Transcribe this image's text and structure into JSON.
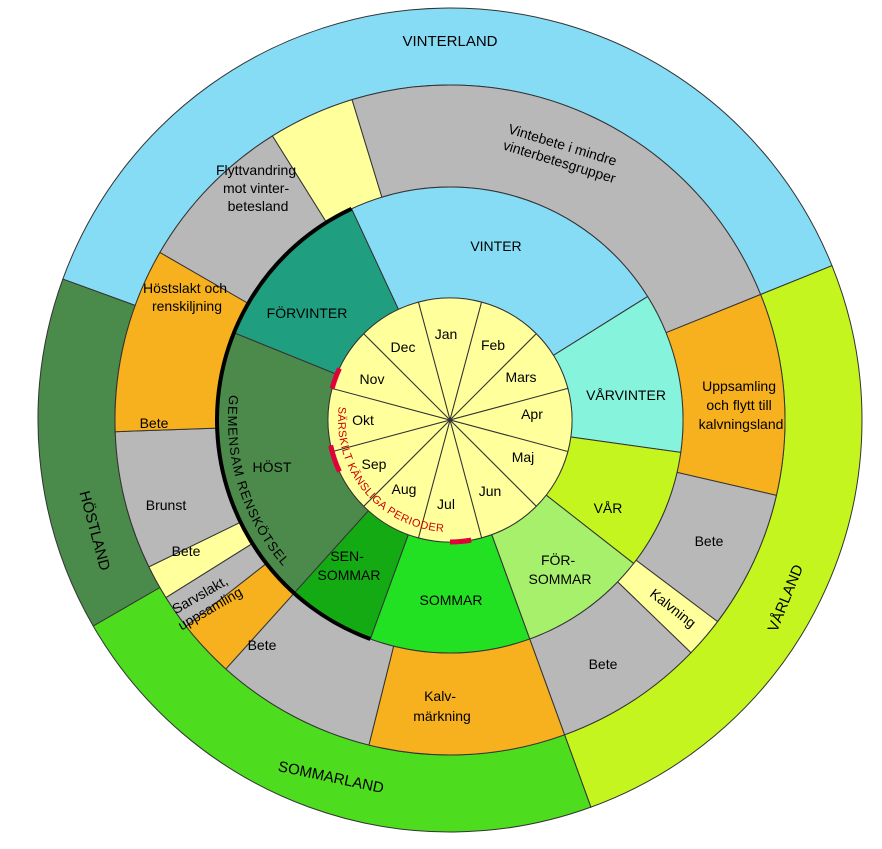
{
  "lands": {
    "vinterland": "VINTERLAND",
    "varland": "VÅRLAND",
    "sommarland": "SOMMARLAND",
    "hostland": "HÖSTLAND"
  },
  "activities": {
    "vintebete": [
      "Vintebete i mindre",
      "vinterbetesgrupper"
    ],
    "flyttvandring": [
      "Flyttvandring",
      "mot vinter-",
      "betesland"
    ],
    "hostslakt": [
      "Höstslakt och",
      "renskiljning"
    ],
    "bete_left": "Bete",
    "brunst": "Brunst",
    "bete_left2": "Bete",
    "sarvslakt": [
      "Sarvslakt,",
      "uppsamling"
    ],
    "bete_bottom_left": "Bete",
    "kalvmarkning": [
      "Kalv-",
      "märkning"
    ],
    "bete_bottom_right": "Bete",
    "kalvning": "Kalvning",
    "bete_right": "Bete",
    "uppsamling": [
      "Uppsamling",
      "och flytt till",
      "kalvningsland"
    ]
  },
  "seasons": {
    "vinter": "VINTER",
    "varvinter": "VÅRVINTER",
    "var": "VÅR",
    "forsommar": [
      "FÖR-",
      "SOMMAR"
    ],
    "sommar": "SOMMAR",
    "sensommar": [
      "SEN-",
      "SOMMAR"
    ],
    "host": "HÖST",
    "forvinter": "FÖRVINTER"
  },
  "months": [
    "Jan",
    "Feb",
    "Mars",
    "Apr",
    "Maj",
    "Jun",
    "Jul",
    "Aug",
    "Sep",
    "Okt",
    "Nov",
    "Dec"
  ],
  "gemensam": "GEMENSAM RENSKÖTSEL",
  "sarskilt": "SÄRSKILT KÄNSLIGA PERIODER",
  "colors": {
    "blue": "#87dcf5",
    "lime": "#c4f51e",
    "green": "#4ddc1e",
    "darkgreen": "#4a8a4a",
    "gray": "#b8b8b8",
    "orange": "#f7b01e",
    "yellow": "#ffff9c",
    "aqua": "#86f3dc",
    "lightgreen": "#a6f06c",
    "sommar": "#22e022",
    "sensommar": "#13aa13",
    "forvinter": "#1f9f80",
    "host": "#4b8a4b",
    "red": "#e0003a"
  }
}
